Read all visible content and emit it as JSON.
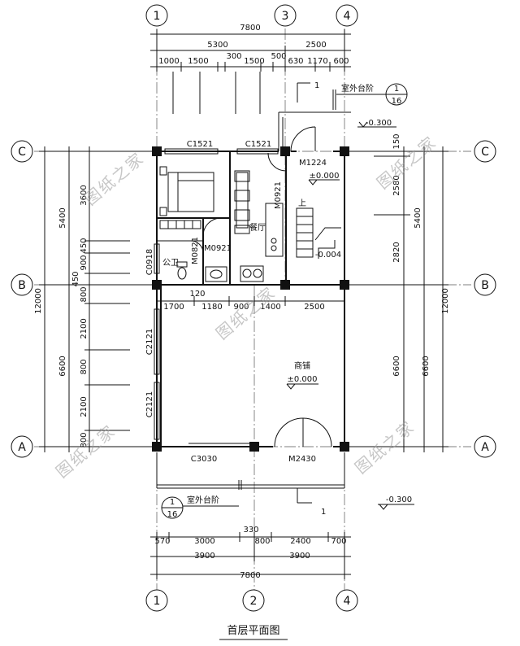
{
  "title": "首层平面图",
  "axes": {
    "x_top": [
      "1",
      "3",
      "4"
    ],
    "x_bottom": [
      "1",
      "2",
      "4"
    ],
    "y": [
      "C",
      "B",
      "A"
    ]
  },
  "dimensions": {
    "top_total": "7800",
    "top_row1": [
      "5300",
      "2500"
    ],
    "top_row2": [
      "1000",
      "1500",
      "300",
      "1500",
      "500",
      "630",
      "1170",
      "600"
    ],
    "bottom_row1": [
      "570",
      "3000",
      "330",
      "800",
      "2400",
      "700"
    ],
    "bottom_row2": [
      "3900",
      "3900"
    ],
    "bottom_total": "7800",
    "left_total": "12000",
    "left_parts": [
      "5400",
      "6600"
    ],
    "left_detail": [
      "3600",
      "450",
      "900",
      "450",
      "800",
      "2100",
      "800",
      "2100",
      "800"
    ],
    "right_total": "12000",
    "right_parts": [
      "5400",
      "6600"
    ],
    "right_detail": [
      "150",
      "2580",
      "2820",
      "6600"
    ],
    "middle": [
      "120",
      "1700",
      "1180",
      "900",
      "1400",
      "2500"
    ]
  },
  "labels": {
    "c1521_left": "C1521",
    "c1521_right": "C1521",
    "m1224": "M1224",
    "m0921_a": "M0921",
    "m0921_b": "M0921",
    "m0821": "M0821",
    "c0918": "C0918",
    "c2121_top": "C2121",
    "c2121_bottom": "C2121",
    "c3030": "C3030",
    "m2430": "M2430",
    "canting": "餐厅",
    "gongwei": "公卫",
    "shangpu": "商铺",
    "level_0_a": "±0.000",
    "level_0_b": "±0.000",
    "level_m300_a": "-0.300",
    "level_m300_b": "-0.300",
    "level_stair": "-0.004",
    "outdoor_step_top": "室外台阶",
    "outdoor_step_bottom": "室外台阶",
    "detail_num_top": "1",
    "detail_den_top": "16",
    "detail_num_bottom": "1",
    "detail_den_bottom": "16",
    "section_mark_top": "1",
    "section_mark_bottom": "1",
    "stair_up": "上"
  },
  "watermark": "图纸之家"
}
